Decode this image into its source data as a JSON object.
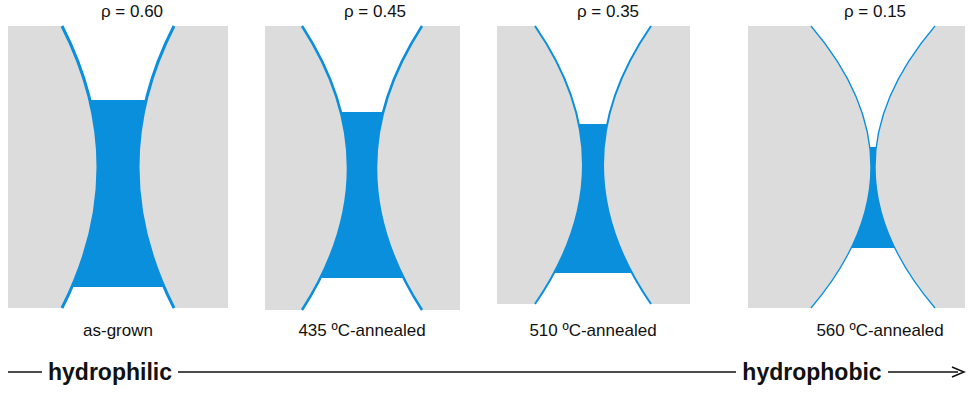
{
  "diagram": {
    "labels": [
      "ρ = 0.60",
      "as-grown",
      "ρ = 0.45",
      "435 ºC-annealed",
      "ρ = 0.35",
      "510 ºC-annealed",
      "ρ = 0.15",
      "560 ºC-annealed",
      "hydrophilic",
      "hydrophobic"
    ]
  }
}
